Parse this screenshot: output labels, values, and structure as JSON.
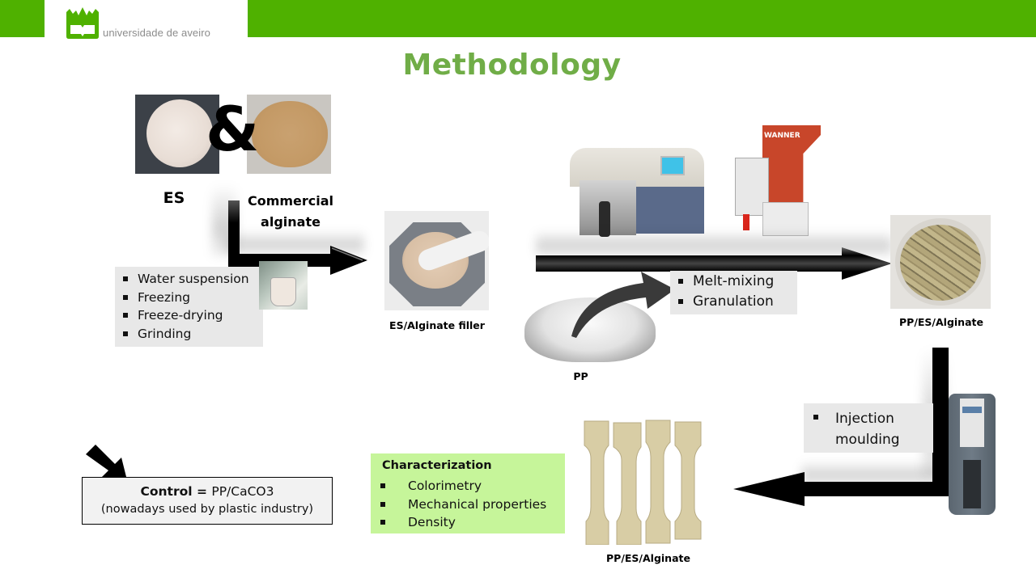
{
  "header": {
    "brand_text": "universidade de aveiro",
    "brand_color": "#4fb100",
    "logo_icon": "ua-castle-book-logo"
  },
  "title": "Methodology",
  "title_color": "#70ad47",
  "step1": {
    "ampersand": "&",
    "es_label": "ES",
    "alginate_label_line1": "Commercial",
    "alginate_label_line2": "alginate",
    "process": [
      "Water suspension",
      "Freezing",
      "Freeze-drying",
      "Grinding"
    ],
    "photos": [
      "es-powder-photo",
      "alginate-powder-photo",
      "suspension-beaker-photo"
    ]
  },
  "step2": {
    "filler_label": "ES/Alginate filler",
    "photo": "mortar-pestle-photo"
  },
  "step3": {
    "pp_label": "PP",
    "process": [
      "Melt-mixing",
      "Granulation"
    ],
    "photos": [
      "extruder-mixer-photo",
      "granulator-photo",
      "pp-pellets-photo"
    ]
  },
  "step4": {
    "granules_label": "PP/ES/Alginate",
    "photo": "granules-dish-photo"
  },
  "step5": {
    "process": [
      "Injection moulding"
    ],
    "process_line1": "Injection",
    "process_line2": "moulding",
    "photo": "injection-moulder-photo"
  },
  "step6": {
    "specimens_label": "PP/ES/Alginate",
    "photo": "tensile-specimens-photo"
  },
  "characterization": {
    "heading": "Characterization",
    "items": [
      "Colorimetry",
      "Mechanical properties",
      "Density"
    ],
    "bg_color": "#c6f59a"
  },
  "control": {
    "bold": "Control",
    "equals": " = ",
    "value": "PP/CaCO3",
    "note": "(nowadays used by plastic industry)"
  }
}
